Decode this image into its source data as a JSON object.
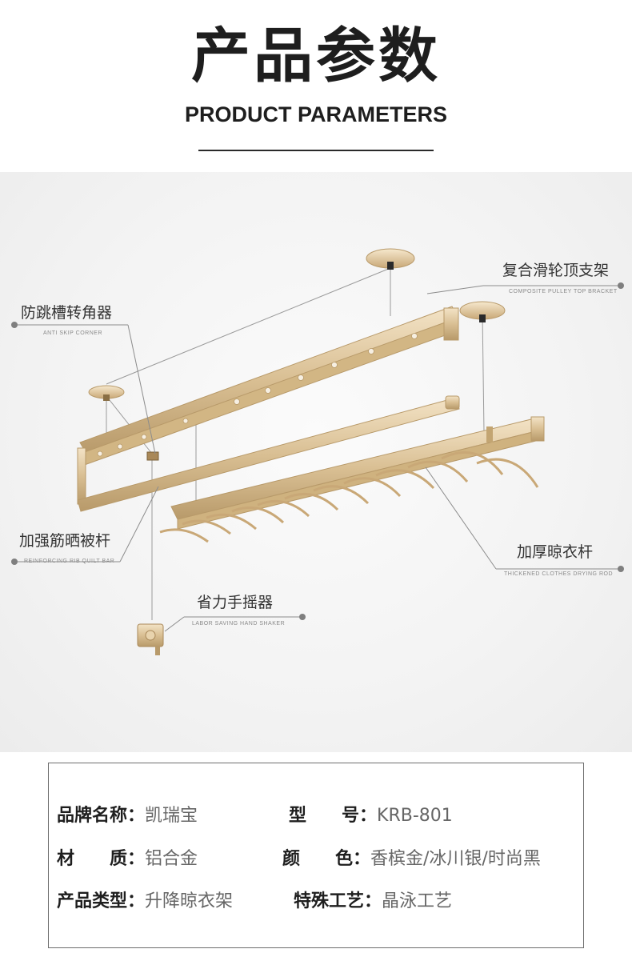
{
  "header": {
    "title_cn": "产品参数",
    "title_en": "PRODUCT PARAMETERS"
  },
  "callouts": [
    {
      "cn": "复合滑轮顶支架",
      "en": "COMPOSITE PULLEY TOP BRACKET"
    },
    {
      "cn": "防跳槽转角器",
      "en": "ANTI SKIP CORNER"
    },
    {
      "cn": "加强筋晒被杆",
      "en": "REINFORCING RIB QUILT BAR"
    },
    {
      "cn": "加厚晾衣杆",
      "en": "THICKENED CLOTHES DRYING ROD"
    },
    {
      "cn": "省力手摇器",
      "en": "LABOR SAVING HAND SHAKER"
    }
  ],
  "colors": {
    "gold": "#d9bf93",
    "gold_dark": "#b89a6a",
    "text_dark": "#1e1e1e",
    "text_value": "#666666",
    "dot": "#7f7f7f"
  },
  "params": {
    "row1": {
      "k1": "品牌名称：",
      "v1": "凯瑞宝",
      "k2": "型　　号：",
      "v2": "KRB-801"
    },
    "row2": {
      "k1": "材　　质：",
      "v1": "铝合金",
      "k2": "颜　　色：",
      "v2": "香槟金/冰川银/时尚黑"
    },
    "row3": {
      "k1": "产品类型：",
      "v1": "升降晾衣架",
      "k2": "特殊工艺：",
      "v2": "晶泳工艺"
    }
  }
}
